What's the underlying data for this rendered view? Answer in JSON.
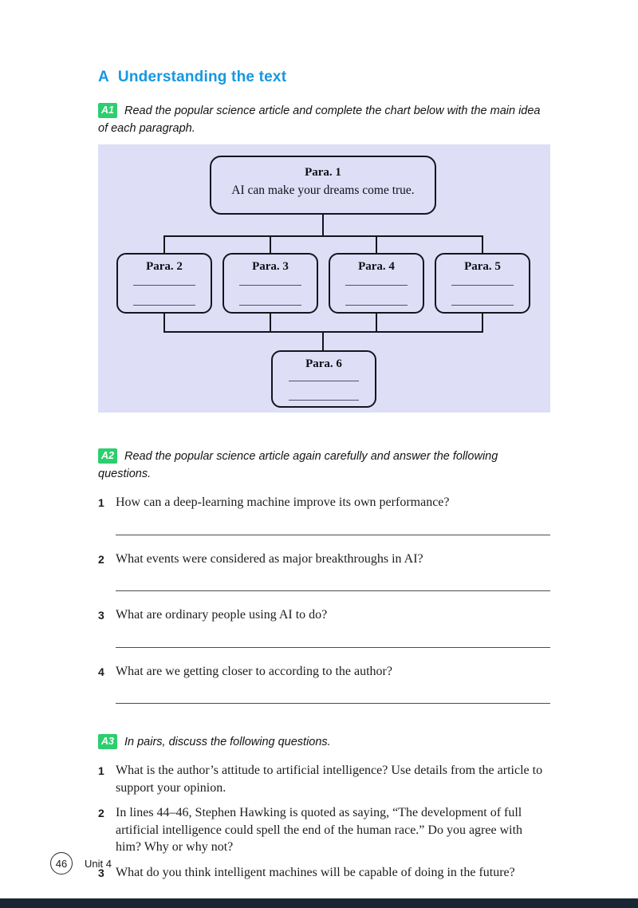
{
  "theme": {
    "heading_blue": "#1598e2",
    "badge_green": "#2ccf6e",
    "panel_lavender": "#dedef6",
    "bottom_bar_navy": "#1a2633"
  },
  "header": {
    "section_letter": "A",
    "section_title": "Understanding the text"
  },
  "activities": {
    "a1": {
      "badge": "A1",
      "instruction": "Read the popular science article and complete the chart below with the main idea of each paragraph."
    },
    "a2": {
      "badge": "A2",
      "instruction": "Read the popular science article again carefully and answer the following questions.",
      "questions": [
        {
          "num": "1",
          "text": "How can a deep-learning machine improve its own performance?"
        },
        {
          "num": "2",
          "text": "What events were considered as major breakthroughs in AI?"
        },
        {
          "num": "3",
          "text": "What are ordinary people using AI to do?"
        },
        {
          "num": "4",
          "text": "What are we getting closer to according to the author?"
        }
      ]
    },
    "a3": {
      "badge": "A3",
      "instruction": "In pairs, discuss the following questions.",
      "questions": [
        {
          "num": "1",
          "text": "What is the author’s attitude to artificial intelligence? Use details from the article to support your opinion."
        },
        {
          "num": "2",
          "text": "In lines 44–46, Stephen Hawking is quoted as saying, “The development of full artificial intelligence could spell the end of the human race.” Do you agree with him? Why or why not?"
        },
        {
          "num": "3",
          "text": "What do you think intelligent machines will be capable of doing in the future?"
        }
      ]
    }
  },
  "chart": {
    "type": "flowchart",
    "root": {
      "label": "Para. 1",
      "idea": "AI can make your dreams come true."
    },
    "children": [
      {
        "label": "Para. 2",
        "idea": ""
      },
      {
        "label": "Para. 3",
        "idea": ""
      },
      {
        "label": "Para. 4",
        "idea": ""
      },
      {
        "label": "Para. 5",
        "idea": ""
      }
    ],
    "sink": {
      "label": "Para. 6",
      "idea": ""
    }
  },
  "footer": {
    "page_number": "46",
    "unit_label": "Unit 4"
  }
}
